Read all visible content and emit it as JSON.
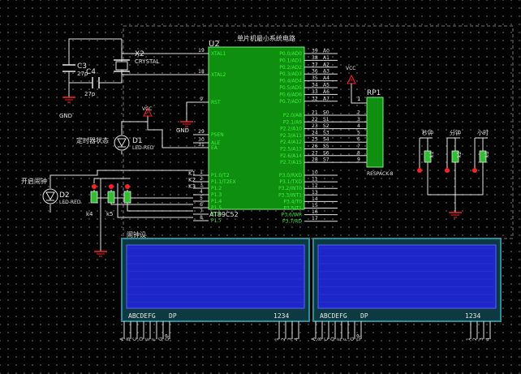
{
  "colors": {
    "background": "#000000",
    "wire": "#e6e6e6",
    "pin_label": "#e6e6e6",
    "pin_name": "#3ef03e",
    "chip_body": "#0f8f0f",
    "chip_border": "#7af07a",
    "component_label": "#e6e6e6",
    "lcd_frame": "#2a8f9a",
    "lcd_screen": "#1d27c8",
    "lcd_pixel": "#2f3be0",
    "lcd_text": "#e6e6e6",
    "power_arrow": "#ff2020",
    "ground": "#ff2020",
    "led": "#e6e6e6",
    "button_red": "#ff2020",
    "button_green": "#2ec02e",
    "resistor_fill": "#0f8f0f",
    "net_label": "#e6e6e6"
  },
  "chip": {
    "ref": "U2",
    "part": "AT89C52",
    "title": "单片机最小系统电路",
    "left_pins": [
      {
        "num": "19",
        "name": "XTAL1"
      },
      {
        "num": "18",
        "name": "XTAL2"
      },
      {
        "num": "9",
        "name": "RST"
      },
      {
        "num": "29",
        "name": "PSEN"
      },
      {
        "num": "30",
        "name": "ALE"
      },
      {
        "num": "31",
        "name": "EA"
      },
      {
        "num": "1",
        "name": "P1.0/T2"
      },
      {
        "num": "2",
        "name": "P1.1/T2EX"
      },
      {
        "num": "3",
        "name": "P1.2"
      },
      {
        "num": "4",
        "name": "P1.3"
      },
      {
        "num": "5",
        "name": "P1.4"
      },
      {
        "num": "6",
        "name": "P1.5"
      },
      {
        "num": "7",
        "name": "P1.6"
      },
      {
        "num": "8",
        "name": "P1.7"
      }
    ],
    "right_pins": [
      {
        "num": "39",
        "name": "P0.0/AD0",
        "net": "A0"
      },
      {
        "num": "38",
        "name": "P0.1/AD1",
        "net": "A1"
      },
      {
        "num": "37",
        "name": "P0.2/AD2",
        "net": "A2"
      },
      {
        "num": "36",
        "name": "P0.3/AD3",
        "net": "A3"
      },
      {
        "num": "35",
        "name": "P0.4/AD4",
        "net": "A4"
      },
      {
        "num": "34",
        "name": "P0.5/AD5",
        "net": "A5"
      },
      {
        "num": "33",
        "name": "P0.6/AD6",
        "net": "A6"
      },
      {
        "num": "32",
        "name": "P0.7/AD7",
        "net": "A7"
      },
      {
        "num": "21",
        "name": "P2.0/A8",
        "net": "S0"
      },
      {
        "num": "22",
        "name": "P2.1/A9",
        "net": "S1"
      },
      {
        "num": "23",
        "name": "P2.2/A10",
        "net": "S2"
      },
      {
        "num": "24",
        "name": "P2.3/A11",
        "net": "S3"
      },
      {
        "num": "25",
        "name": "P2.4/A12",
        "net": "S4"
      },
      {
        "num": "26",
        "name": "P2.5/A13",
        "net": "S5"
      },
      {
        "num": "27",
        "name": "P2.6/A14",
        "net": "S6"
      },
      {
        "num": "28",
        "name": "P2.7/A15",
        "net": "S7"
      },
      {
        "num": "10",
        "name": "P3.0/RXD"
      },
      {
        "num": "11",
        "name": "P3.1/TXD"
      },
      {
        "num": "12",
        "name": "P3.2/INT0"
      },
      {
        "num": "13",
        "name": "P3.3/INT1"
      },
      {
        "num": "14",
        "name": "P3.4/T0"
      },
      {
        "num": "15",
        "name": "P3.5/T1"
      },
      {
        "num": "16",
        "name": "P3.6/WR"
      },
      {
        "num": "17",
        "name": "P3.7/RD"
      }
    ]
  },
  "crystal": {
    "ref": "X2",
    "label": "CRYSTAL"
  },
  "caps": [
    {
      "ref": "C3",
      "value": "27p"
    },
    {
      "ref": "C4",
      "value": "27p"
    }
  ],
  "gnd_label": "GND",
  "vcc_label": "VCC",
  "resistor_pack": {
    "ref": "RP1",
    "label": "RESPACK-8",
    "pin1": "1",
    "pins": [
      "2",
      "3",
      "4",
      "5",
      "6",
      "7",
      "8",
      "9"
    ]
  },
  "leds": [
    {
      "ref": "D1",
      "label": "LED-RED",
      "caption": "定时器状态"
    },
    {
      "ref": "D2",
      "label": "LED-RED",
      "caption": "开启闹钟"
    }
  ],
  "keys": [
    {
      "ref": "K1",
      "pin_num": "1"
    },
    {
      "ref": "K2",
      "pin_num": "2"
    },
    {
      "ref": "K3",
      "pin_num": "3"
    }
  ],
  "button_labels": [
    {
      "ref": "k4"
    },
    {
      "ref": "k5"
    }
  ],
  "right_buttons": [
    {
      "caption": "秒钟",
      "ref": "k1"
    },
    {
      "caption": "分钟",
      "ref": "k2"
    },
    {
      "caption": "小时",
      "ref": "k3"
    }
  ],
  "lcd_caption": "闹钟设",
  "lcd_units": [
    {
      "segments": "ABCDEFG",
      "dp": "DP",
      "digits": "1234",
      "seg_pins": [
        "A",
        "B",
        "C",
        "D",
        "E",
        "F",
        "G",
        "DP"
      ],
      "digit_pins": [
        "1",
        "2",
        "3",
        "4"
      ]
    },
    {
      "segments": "ABCDEFG",
      "dp": "DP",
      "digits": "1234",
      "seg_pins": [
        "A",
        "B",
        "C",
        "D",
        "E",
        "F",
        "G",
        "DP"
      ],
      "digit_pins": [
        "1",
        "2",
        "3",
        "4"
      ]
    }
  ]
}
